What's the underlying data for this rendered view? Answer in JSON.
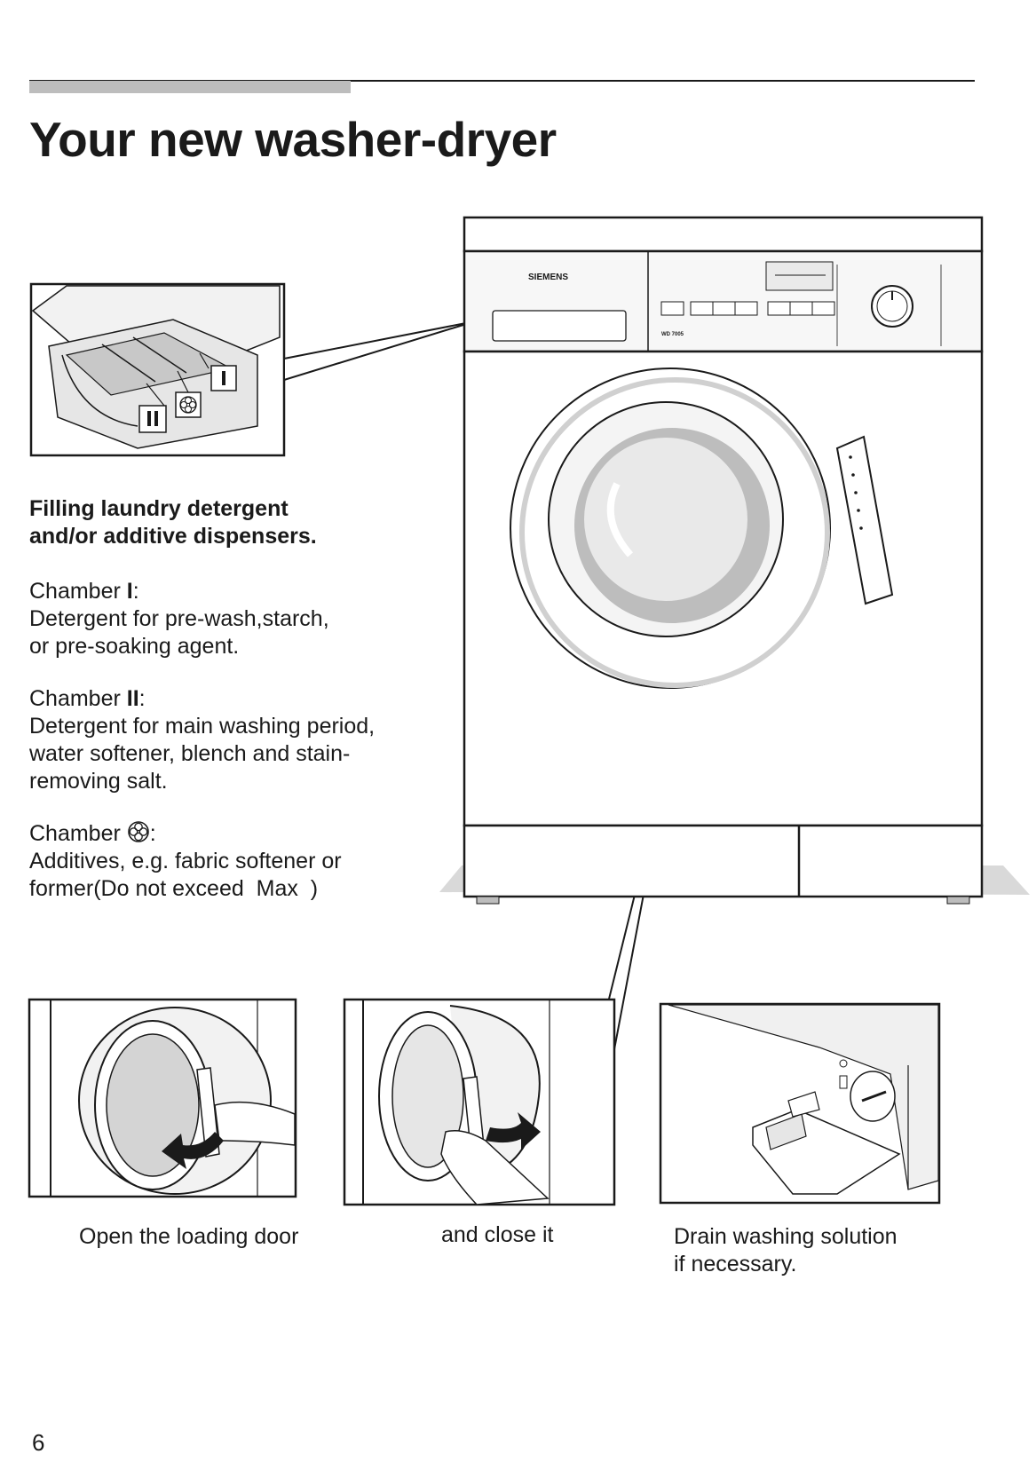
{
  "header": {
    "title": "Your new washer-dryer"
  },
  "dispenser_section": {
    "heading_line1": "Filling laundry detergent",
    "heading_line2": "and/or additive dispensers.",
    "chamber1": {
      "label": "Chamber ",
      "numeral": "I",
      "suffix": ":",
      "line1": "Detergent for pre-wash,starch,",
      "line2": "or pre-soaking agent."
    },
    "chamber2": {
      "label": "Chamber ",
      "numeral": "II",
      "suffix": ":",
      "line1": "Detergent for main washing period,",
      "line2": "water softener, blench and stain-",
      "line3": "removing salt."
    },
    "chamber3": {
      "label": "Chamber ",
      "icon": "flower-softener-icon",
      "suffix": ":",
      "line1": "Additives, e.g. fabric softener or",
      "line2": "former(Do not exceed  Max  )"
    }
  },
  "machine": {
    "brand": "SIEMENS",
    "model": "WD 7005",
    "dispenser_labels": {
      "compartment1": "I",
      "compartment2": "II"
    }
  },
  "captions": {
    "open_door": "Open the loading door",
    "close_door": "and close it",
    "drain_line1": "Drain washing solution",
    "drain_line2": "if necessary."
  },
  "footer": {
    "page_number": "6"
  },
  "colors": {
    "ink": "#1a1a1a",
    "rule_gray": "#bdbdbd",
    "panel_gray": "#d9d9d9"
  }
}
